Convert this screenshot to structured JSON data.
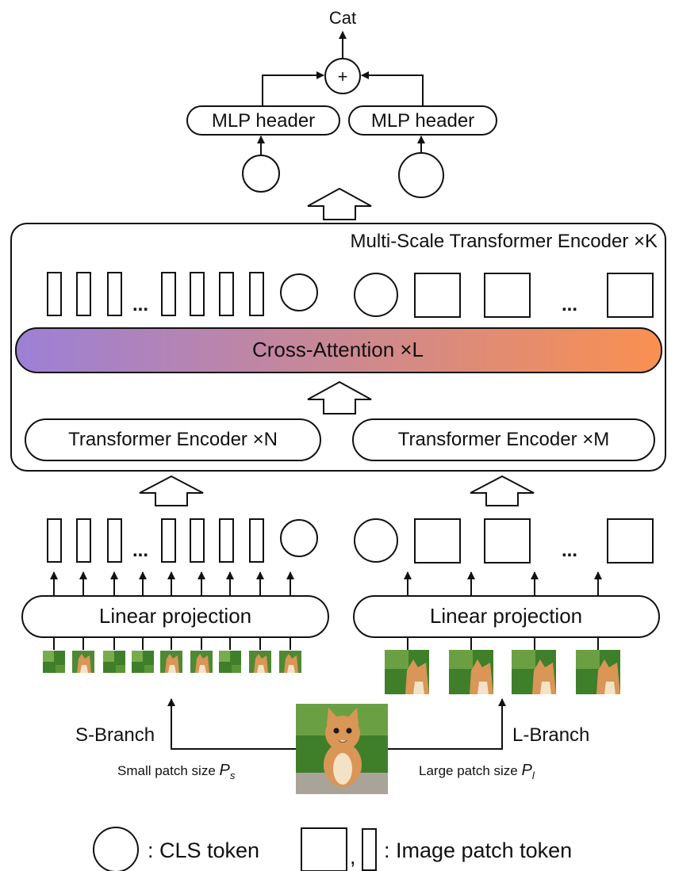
{
  "output_label": "Cat",
  "sum_symbol": "+",
  "mlp": {
    "left": "MLP header",
    "right": "MLP header"
  },
  "encoder_title": "Multi-Scale Transformer Encoder ×K",
  "cross_attention": "Cross-Attention ×L",
  "transformer_s": "Transformer Encoder ×N",
  "transformer_l": "Transformer Encoder ×M",
  "ellipsis": "...",
  "projection": {
    "left": "Linear projection",
    "right": "Linear projection"
  },
  "branch": {
    "s_name": "S-Branch",
    "l_name": "L-Branch",
    "s_caption": "Small patch size ",
    "s_symbol": "P",
    "s_sub": "s",
    "l_caption": "Large patch size ",
    "l_symbol": "P",
    "l_sub": "l"
  },
  "legend": {
    "cls_text": ": CLS token",
    "sep": ",",
    "patch_text": ": Image patch token"
  },
  "colors": {
    "gradient_start": "#9c80d6",
    "gradient_end": "#fa9050",
    "stroke": "#111111",
    "grass_dark": "#3f7f2a",
    "grass_light": "#77ac4c",
    "cat_orange": "#d99656",
    "cat_cream": "#f3e2c6",
    "stone": "#a9a39a"
  }
}
